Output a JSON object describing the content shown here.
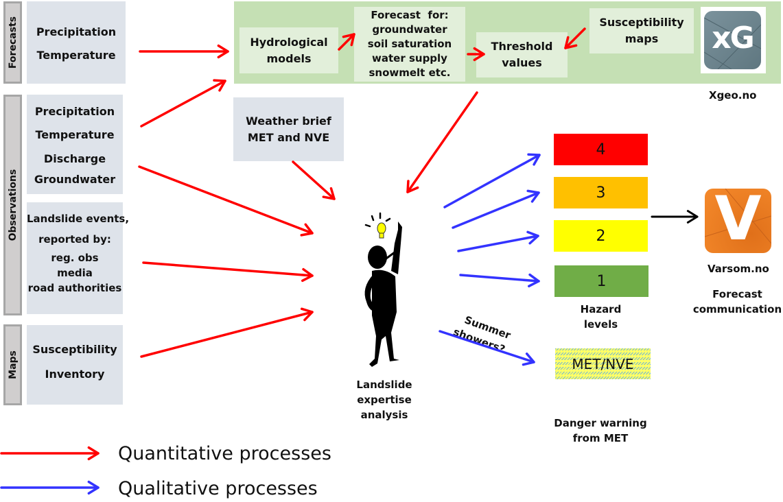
{
  "left_panel": {
    "sections": [
      {
        "tab_label": "Forecasts",
        "boxes": [
          {
            "lines": [
              "Precipitation",
              "Temperature"
            ]
          }
        ]
      },
      {
        "tab_label": "Observations",
        "boxes": [
          {
            "lines": [
              "Precipitation",
              "Temperature",
              "Discharge",
              "Groundwater"
            ]
          },
          {
            "lines": [
              "Landslide events,",
              "reported by:",
              "reg. obs",
              "media",
              "road authorities"
            ]
          }
        ]
      },
      {
        "tab_label": "Maps",
        "boxes": [
          {
            "lines": [
              "Susceptibility",
              "Inventory"
            ]
          }
        ]
      }
    ]
  },
  "xgeo_panel": {
    "hydrological_models": [
      "Hydrological",
      "models"
    ],
    "forecast_for": [
      "Forecast  for:",
      "groundwater",
      "soil saturation",
      "water supply",
      "snowmelt etc."
    ],
    "threshold_values": [
      "Threshold",
      "values"
    ],
    "susceptibility_maps": [
      "Susceptibility",
      "maps"
    ],
    "logo_text": "xG",
    "logo_caption": "Xgeo.no",
    "panel_color": "#c5e0b4"
  },
  "weather_brief": [
    "Weather brief",
    "MET and NVE"
  ],
  "expert": {
    "caption": [
      "Landslide",
      "expertise",
      "analysis"
    ]
  },
  "hazard_levels": {
    "levels": [
      {
        "value": "4",
        "color": "#ff0000"
      },
      {
        "value": "3",
        "color": "#ffc000"
      },
      {
        "value": "2",
        "color": "#ffff00"
      },
      {
        "value": "1",
        "color": "#70ad47"
      }
    ],
    "caption": [
      "Hazard",
      "levels"
    ]
  },
  "summer_showers": [
    "Summer",
    "showers?"
  ],
  "met_warning": {
    "box_label": "MET/NVE",
    "caption": [
      "Danger warning",
      "from MET"
    ]
  },
  "varsom": {
    "logo_text": "V",
    "logo_color": "#f07f21",
    "caption": "Varsom.no",
    "subcaption": [
      "Forecast",
      "communication"
    ]
  },
  "legend": {
    "items": [
      {
        "label": "Quantitative processes",
        "color": "#ff0000"
      },
      {
        "label": "Qualitative processes",
        "color": "#3333ff"
      }
    ]
  }
}
